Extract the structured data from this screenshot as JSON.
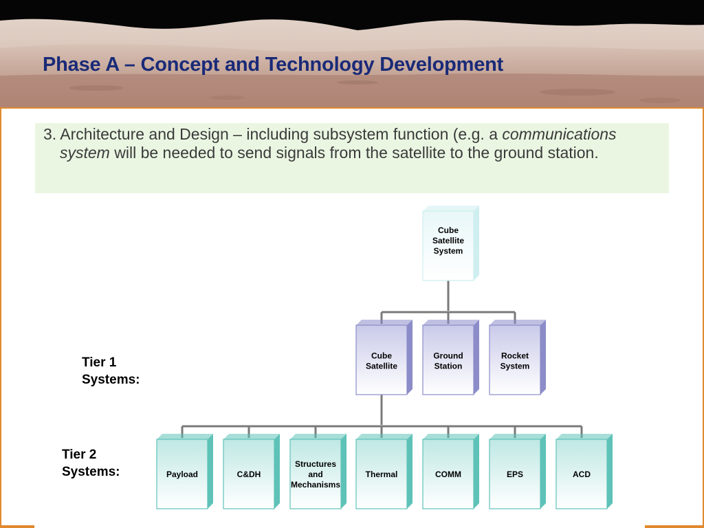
{
  "slide": {
    "title": "Phase A – Concept and Technology Development",
    "bullet": {
      "prefix": "3. Architecture and Design – including subsystem function (e.g. a ",
      "emphasis": "communications system",
      "suffix": " will be needed to send signals from the satellite to the ground station."
    }
  },
  "tiers": {
    "tier1_label": [
      "Tier 1",
      "Systems:"
    ],
    "tier2_label": [
      "Tier 2",
      "Systems:"
    ]
  },
  "colors": {
    "title": "#1a2a78",
    "accent_border": "#e0892e",
    "textbox_bg": "#eaf6e2",
    "top_box": "#cfeef0",
    "tier1_box": "#8b8cc8",
    "tier2_box": "#5ec2b8",
    "connector": "#7a7a7a"
  },
  "diagram": {
    "root": {
      "lines": [
        "Cube",
        "Satellite",
        "System"
      ],
      "bold": true
    },
    "tier1": [
      {
        "lines": [
          "Cube",
          "Satellite"
        ],
        "bold": true
      },
      {
        "lines": [
          "Ground",
          "Station"
        ],
        "bold": true
      },
      {
        "lines": [
          "Rocket",
          "System"
        ],
        "bold": false,
        "bold_lines": [
          1
        ]
      }
    ],
    "tier2": [
      {
        "lines": [
          "Payload"
        ]
      },
      {
        "lines": [
          "C&DH"
        ]
      },
      {
        "lines": [
          "Structures",
          "and",
          "Mechanisms"
        ]
      },
      {
        "lines": [
          "Thermal"
        ]
      },
      {
        "lines": [
          "COMM"
        ]
      },
      {
        "lines": [
          "EPS"
        ]
      },
      {
        "lines": [
          "ACD"
        ]
      }
    ]
  }
}
